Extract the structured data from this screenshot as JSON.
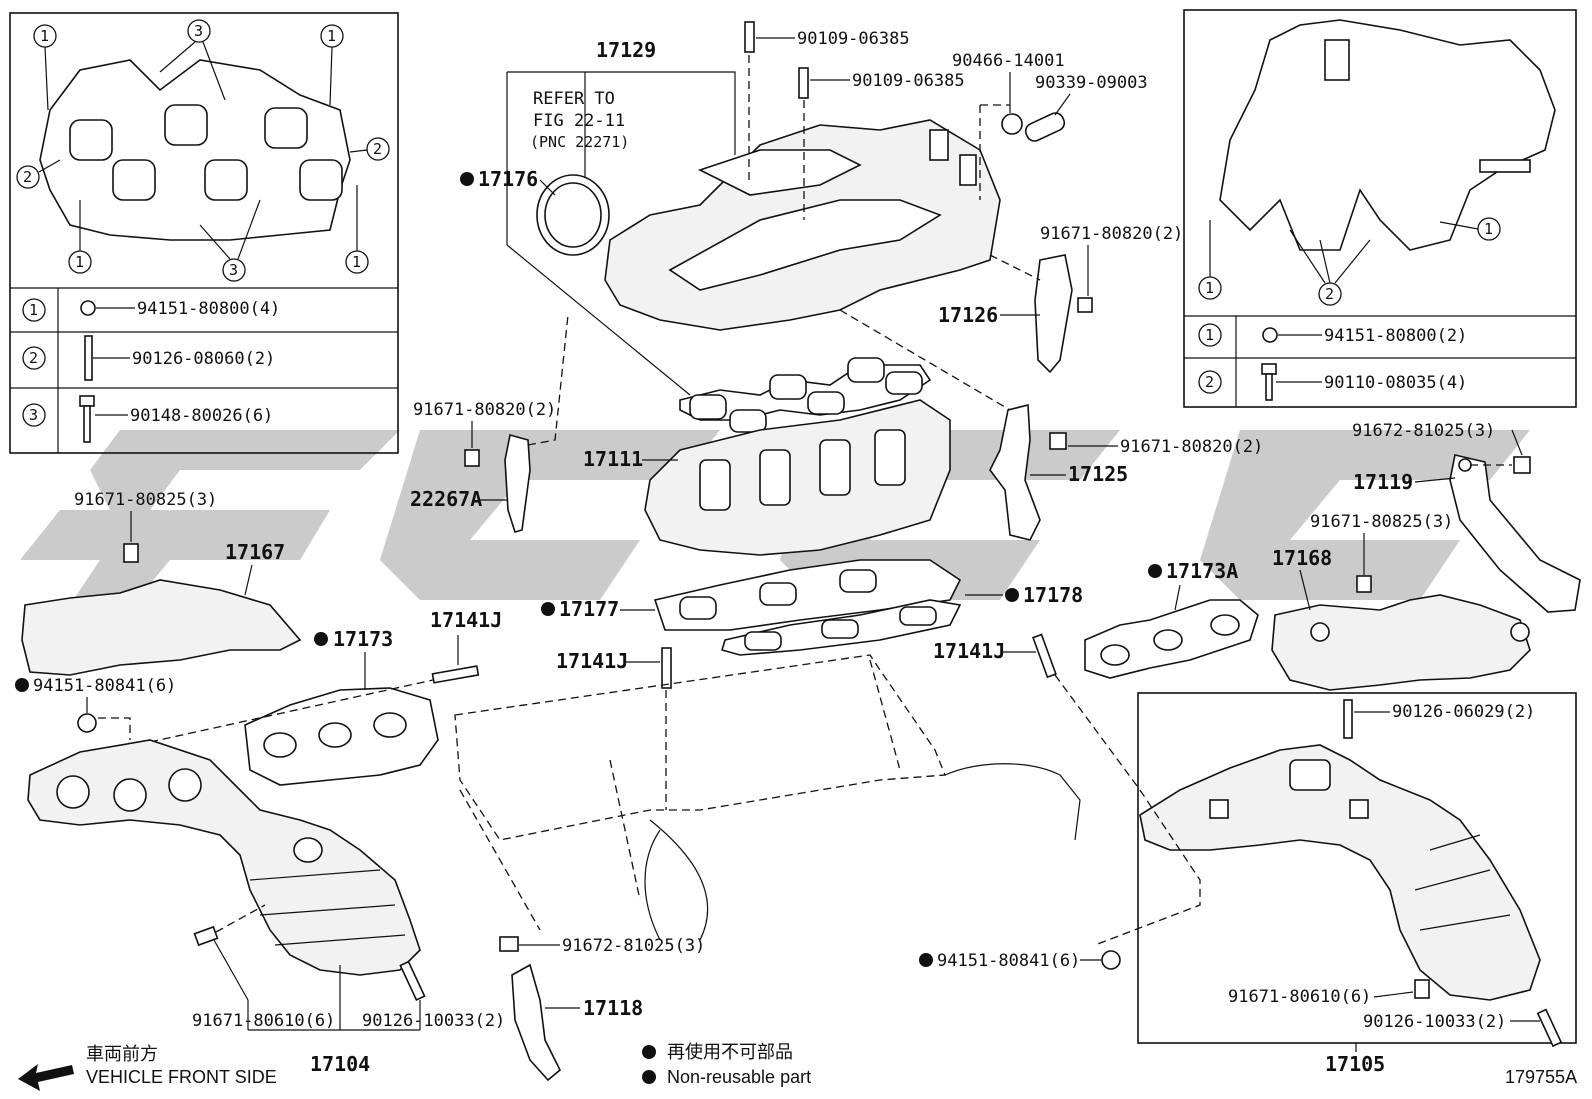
{
  "labels": {
    "p17129": "17129",
    "refer1": "REFER TO",
    "refer2": "FIG 22-11",
    "refer3": "(PNC 22271)",
    "p17176": "17176",
    "p90109a": "90109-06385",
    "p90109b": "90109-06385",
    "p90466": "90466-14001",
    "p90339": "90339-09003",
    "p91671_80820_top": "91671-80820(2)",
    "p17126": "17126",
    "p91671_80820_left": "91671-80820(2)",
    "p22267a": "22267A",
    "p17111": "17111",
    "p91671_80820_mid": "91671-80820(2)",
    "p17125": "17125",
    "p91672_81025_right": "91672-81025(3)",
    "p17119": "17119",
    "p91671_80825_left": "91671-80825(3)",
    "p17167": "17167",
    "p17177": "17177",
    "p17178": "17178",
    "p17173a": "17173A",
    "p91671_80825_right": "91671-80825(3)",
    "p17168": "17168",
    "p17173": "17173",
    "p17141j_a": "17141J",
    "p17141j_b": "17141J",
    "p17141j_c": "17141J",
    "p94151_80841_left": "94151-80841(6)",
    "p90126_06029": "90126-06029(2)",
    "p91672_81025_bottom": "91672-81025(3)",
    "p17118": "17118",
    "p94151_80841_right": "94151-80841(6)",
    "p91671_80610_left": "91671-80610(6)",
    "p90126_10033_left": "90126-10033(2)",
    "p17104": "17104",
    "p91671_80610_right": "91671-80610(6)",
    "p90126_10033_right": "90126-10033(2)",
    "p17105": "17105",
    "figure_id": "179755A"
  },
  "inset_left": {
    "callouts": [
      "1",
      "2",
      "3"
    ],
    "rows": [
      {
        "num": "1",
        "part": "94151-80800(4)"
      },
      {
        "num": "2",
        "part": "90126-08060(2)"
      },
      {
        "num": "3",
        "part": "90148-80026(6)"
      }
    ]
  },
  "inset_right": {
    "callouts": [
      "1",
      "2"
    ],
    "rows": [
      {
        "num": "1",
        "part": "94151-80800(2)"
      },
      {
        "num": "2",
        "part": "90110-08035(4)"
      }
    ]
  },
  "legend": {
    "jp_nonreusable": "再使用不可部品",
    "en_nonreusable": "Non-reusable part",
    "jp_front": "車両前方",
    "en_front": "VEHICLE FRONT SIDE"
  }
}
